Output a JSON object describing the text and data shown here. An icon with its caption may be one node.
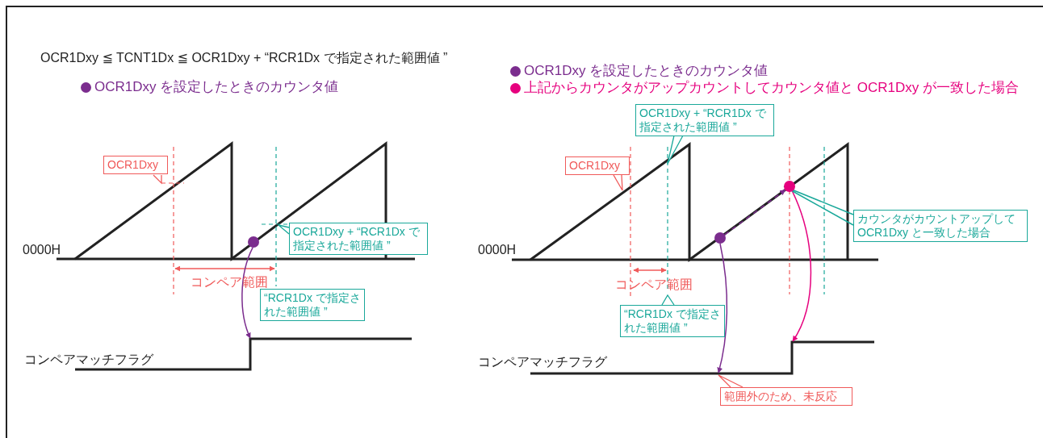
{
  "diagram": {
    "nodes": [
      {
        "text": [
          "OCR1Dxy"
        ]
      },
      {
        "text": [
          "OCR1Dxy + “RCR1Dx で指定された範囲値 ”"
        ]
      },
      {
        "text": [
          "“RCR1Dx で指定された範囲値 ”"
        ]
      },
      {
        "text": [],
        "shape": "circle"
      },
      {
        "text": [
          "OCR1Dxy"
        ]
      },
      {
        "text": [
          "OCR1Dxy + “RCR1Dx で指定された範囲値 ”"
        ]
      },
      {
        "text": [
          "“RCR1Dx で指定された範囲値 ”"
        ]
      },
      {
        "text": [],
        "shape": "circle"
      },
      {
        "text": [],
        "shape": "circle"
      },
      {
        "text": [
          "カウンタがカウントアップしてOCR1Dxy と一致した場合"
        ]
      },
      {
        "text": [
          "範囲外のため、未反応"
        ]
      },
      {
        "text": [],
        "shape": "line"
      },
      {
        "text": [],
        "shape": "line"
      }
    ],
    "edges": [
      {
        "from": 3,
        "to": 11,
        "arrow": "to"
      },
      {
        "from": 7,
        "to": 8,
        "arrow": "to",
        "style": "dashed"
      },
      {
        "from": 7,
        "to": 12,
        "arrow": "to"
      },
      {
        "from": 8,
        "to": 12,
        "arrow": "to",
        "color": "#e6007e"
      },
      {
        "from": 9,
        "to": 8,
        "arrow": "none",
        "color": "#1aa89a"
      }
    ],
    "labels": [
      "OCR1Dxy ≦ TCNT1Dx ≦ OCR1Dxy + “RCR1Dx で指定された範囲値 ”",
      "0000H",
      "コンペア範囲",
      "コンペアマッチフラグ",
      "0000H",
      "コンペア範囲",
      "コンペアマッチフラグ"
    ],
    "legend": [
      {
        "text": "OCR1Dxy を設定したときのカウンタ値",
        "color": "#7b2d8e"
      },
      {
        "text": "OCR1Dxy を設定したときのカウンタ値",
        "color": "#7b2d8e"
      },
      {
        "text": "上記からカウンタがアップカウントしてカウンタ値と OCR1Dxy が一致した場合",
        "color": "#e6007e"
      }
    ]
  }
}
